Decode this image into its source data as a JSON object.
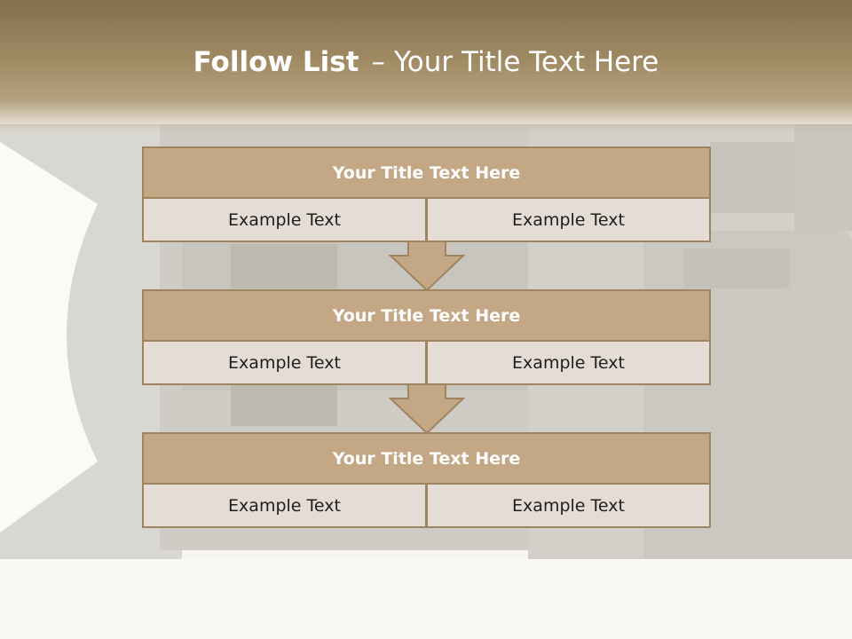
{
  "slide": {
    "title_bold": "Follow List",
    "title_separator": "–",
    "title_rest": "Your Title Text Here"
  },
  "list": [
    {
      "heading": "Your Title Text Here",
      "left": "Example Text",
      "right": "Example Text"
    },
    {
      "heading": "Your Title Text Here",
      "left": "Example Text",
      "right": "Example Text"
    },
    {
      "heading": "Your Title Text Here",
      "left": "Example Text",
      "right": "Example Text"
    }
  ],
  "background_image": "camera-photo",
  "colors": {
    "header": "#9f8a63",
    "box_head": "#c4a886",
    "box_cell": "#e5ddd5",
    "border": "#9e8560",
    "arrow": "#c4a886"
  }
}
